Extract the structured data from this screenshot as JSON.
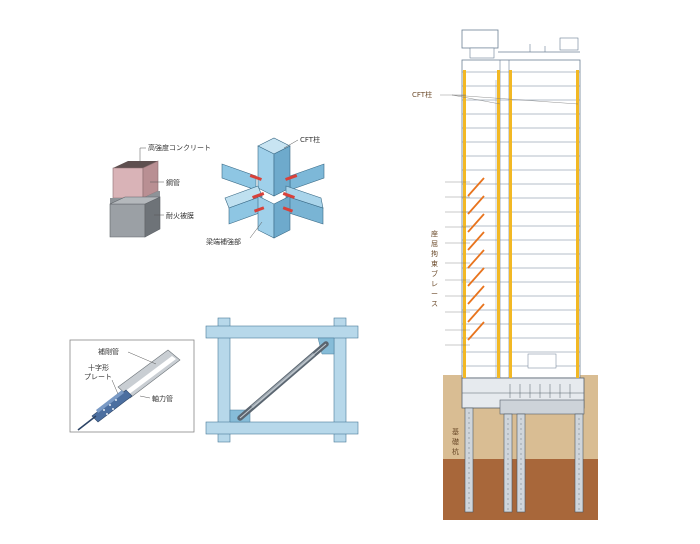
{
  "cft_column_section": {
    "label_concrete": "高強度コンクリート",
    "label_steel_tube": "鋼管",
    "label_fireproof": "耐火被膜"
  },
  "joint_diagram": {
    "label_cft_column": "CFT柱",
    "label_beam_end": "梁端補強部"
  },
  "brace_detail": {
    "label_restraint_tube": "補剛管",
    "label_cross_plate": [
      "十字形",
      "プレート"
    ],
    "label_axial_tube": "軸力管"
  },
  "building_section": {
    "label_cft_column": "CFT柱",
    "label_brace": [
      "座",
      "屈",
      "拘",
      "束",
      "ブ",
      "レ",
      "ー",
      "ス"
    ],
    "label_foundation_pile": [
      "基",
      "礎",
      "杭"
    ],
    "colors": {
      "column": "#f2b824",
      "brace": "#e8741e",
      "soil_upper": "#d9bd93",
      "soil_lower": "#a8673a",
      "building_line": "#6b7f94"
    }
  }
}
